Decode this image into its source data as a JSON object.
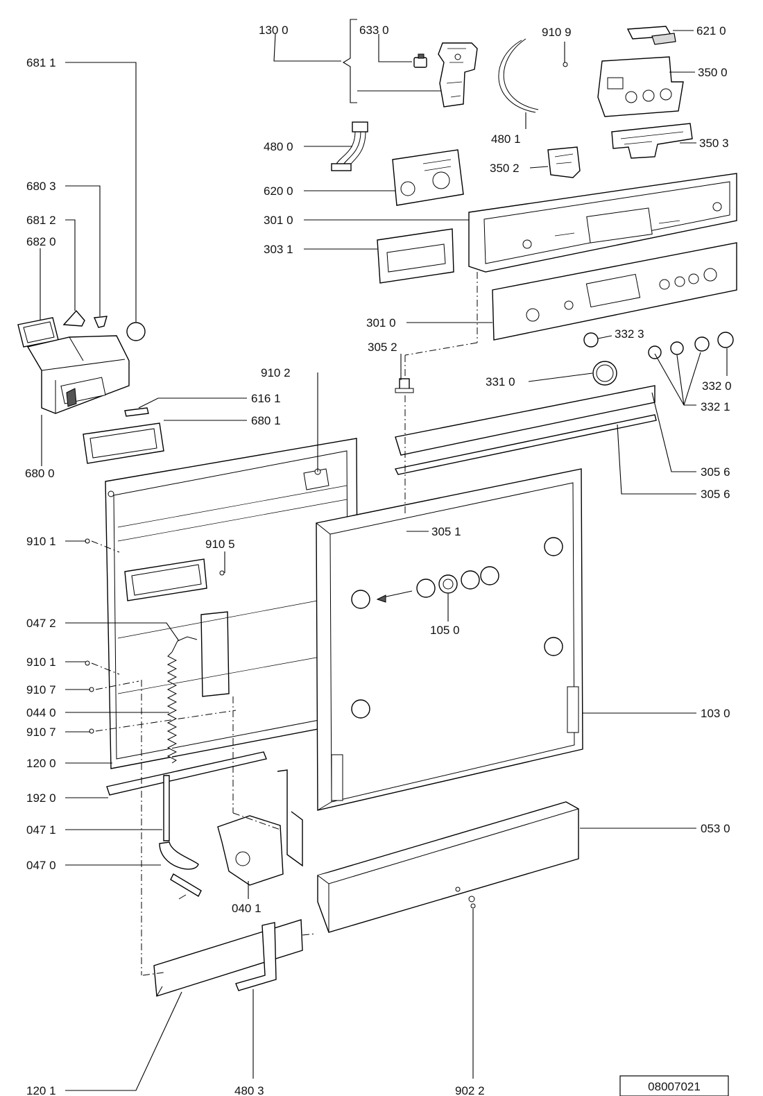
{
  "diagram": {
    "reference_code": "08007021",
    "labels": {
      "l_1300": "130 0",
      "l_6330": "633 0",
      "l_9109": "910 9",
      "l_6210": "621 0",
      "l_6811a": "681 1",
      "l_3500": "350 0",
      "l_4801": "480 1",
      "l_4800": "480 0",
      "l_3503": "350 3",
      "l_3502": "350 2",
      "l_6803": "680 3",
      "l_6200": "620 0",
      "l_6812": "681 2",
      "l_3010a": "301 0",
      "l_6820": "682 0",
      "l_3031": "303 1",
      "l_3010b": "301 0",
      "l_3323": "332 3",
      "l_3052": "305 2",
      "l_9102": "910 2",
      "l_3310": "331 0",
      "l_3320": "332 0",
      "l_6161": "616 1",
      "l_3321": "332 1",
      "l_6801": "680 1",
      "l_6800": "680 0",
      "l_3056a": "305 6",
      "l_3056b": "305 6",
      "l_9101a": "910 1",
      "l_9105": "910 5",
      "l_3051": "305 1",
      "l_0472": "047 2",
      "l_1050": "105 0",
      "l_9101b": "910 1",
      "l_9107a": "910 7",
      "l_0440": "044 0",
      "l_1030": "103 0",
      "l_9107b": "910 7",
      "l_1200": "120 0",
      "l_1920": "192 0",
      "l_0471": "047 1",
      "l_0530": "053 0",
      "l_0470": "047 0",
      "l_0401": "040 1",
      "l_1201": "120 1",
      "l_4803": "480 3",
      "l_9022": "902 2"
    }
  }
}
